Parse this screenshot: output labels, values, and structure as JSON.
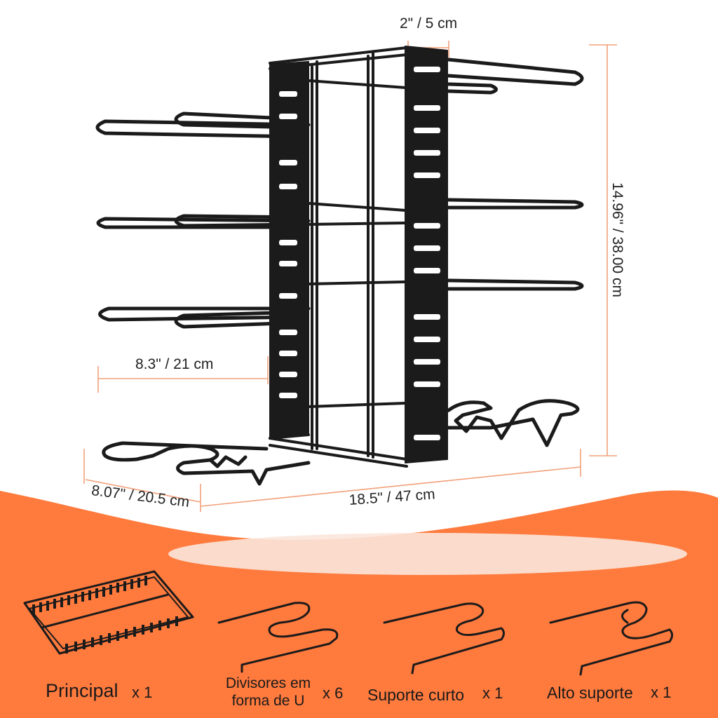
{
  "dimensions": {
    "top": "2\" / 5 cm",
    "height": "14.96\" / 38.00 cm",
    "shelf_depth": "8.3\" / 21 cm",
    "base_depth": "8.07\" / 20.5 cm",
    "width": "18.5\" / 47 cm"
  },
  "parts": [
    {
      "label": "Principal",
      "qty": "x 1"
    },
    {
      "label": "Divisores em forma de U",
      "qty": "x 6"
    },
    {
      "label": "Suporte curto",
      "qty": "x 1"
    },
    {
      "label": "Alto suporte",
      "qty": "x 1"
    }
  ],
  "colors": {
    "accent": "#FF7A3D",
    "metal": "#1b1b1b",
    "dim_line": "#F2A079"
  }
}
